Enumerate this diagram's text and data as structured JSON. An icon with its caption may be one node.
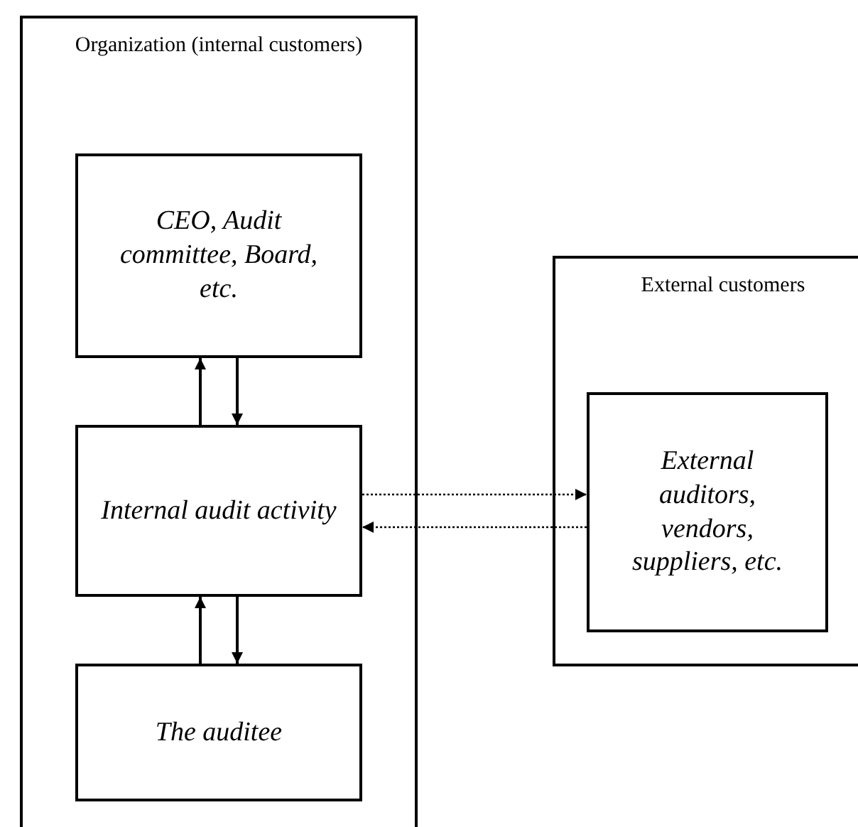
{
  "diagram": {
    "nodes": [
      {
        "text": [
          "Organization (internal customers)"
        ]
      },
      {
        "text": [
          "CEO, Audit committee, Board, etc."
        ],
        "in": 0
      },
      {
        "text": [
          "Internal audit activity"
        ],
        "in": 0
      },
      {
        "text": [
          "The auditee"
        ],
        "in": 0
      },
      {
        "text": [
          "External customers"
        ]
      },
      {
        "text": [
          "External auditors, vendors, suppliers, etc."
        ],
        "in": 4
      }
    ],
    "edges": [
      {
        "from": 2,
        "to": 1,
        "arrow": "to"
      },
      {
        "from": 1,
        "to": 2,
        "arrow": "to"
      },
      {
        "from": 3,
        "to": 2,
        "arrow": "to"
      },
      {
        "from": 2,
        "to": 3,
        "arrow": "to"
      },
      {
        "from": 2,
        "to": 5,
        "arrow": "to",
        "style": "dashed"
      },
      {
        "from": 5,
        "to": 2,
        "arrow": "to",
        "style": "dashed"
      }
    ]
  }
}
